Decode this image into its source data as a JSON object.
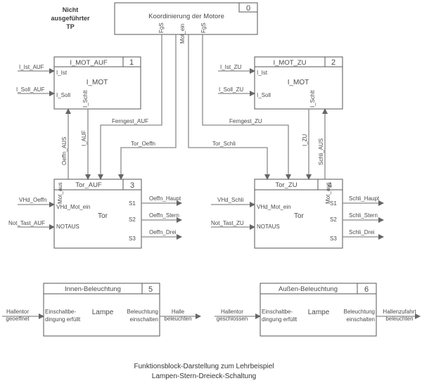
{
  "note": [
    "Nicht",
    "ausgeführter",
    "TP"
  ],
  "block0": {
    "title": "Koordinierung der Motore",
    "num": "0",
    "out_fgs_left": "FgS",
    "out_mot_ein": "Mot_ein",
    "out_fgs_right": "FgS"
  },
  "block1": {
    "title": "I_MOT_AUF",
    "num": "1",
    "center": "I_MOT",
    "in1": "I_Ist",
    "in2": "I_Soll",
    "out": "I_Schlt",
    "ext_in1": "I_Ist_AUF",
    "ext_in2": "I_Soll_AUF"
  },
  "block2": {
    "title": "I_MOT_ZU",
    "num": "2",
    "center": "I_MOT",
    "in1": "I_Ist",
    "in2": "I_Soll",
    "out": "I_Schlt",
    "ext_in1": "I_Ist_ZU",
    "ext_in2": "I_Soll_ZU"
  },
  "block3": {
    "title": "Tor_AUF",
    "num": "3",
    "center": "Tor",
    "in_mot": "Mot_aus",
    "in1": "VHd_Mot_ein",
    "in2": "NOTAUS",
    "s1": "S1",
    "s2": "S2",
    "s3": "S3",
    "ext_in1": "VHd_Oeffn",
    "ext_in2": "Not_Tast_AUF",
    "ext_out1": "Oeffn_Haupt",
    "ext_out2": "Oeffn_Stern",
    "ext_out3": "Oeffn_Drei"
  },
  "block4": {
    "title": "Tor_ZU",
    "num": "4",
    "center": "Tor",
    "in_mot": "Mot_aus",
    "in1": "VHd_Mot_ein",
    "in2": "NOTAUS",
    "s1": "S1",
    "s2": "S2",
    "s3": "S3",
    "ext_in1": "VHd_Schli",
    "ext_in2": "Not_Tast_ZU",
    "ext_out1": "Schli_Haupt",
    "ext_out2": "Schli_Stern",
    "ext_out3": "Schli_Drei"
  },
  "block5": {
    "title": "Innen-Beleuchtung",
    "num": "5",
    "center": "Lampe",
    "in": [
      "Einschaltbe-",
      "dingung erfüllt"
    ],
    "out": [
      "Beleuchtung",
      "einschalten"
    ],
    "ext_in": [
      "Hallentor",
      "geoeffnet"
    ],
    "ext_out": [
      "Halle",
      "beleuchten"
    ]
  },
  "block6": {
    "title": "Außen-Beleuchtung",
    "num": "6",
    "center": "Lampe",
    "in": [
      "Einschaltbe-",
      "dingung erfüllt"
    ],
    "out": [
      "Beleuchtung",
      "einschalten"
    ],
    "ext_in": [
      "Hallentor",
      "geschlossen"
    ],
    "ext_out": [
      "Hallenzufahrt",
      "beleuchten"
    ]
  },
  "signals": {
    "oeffn_aus": "Oeffn_AUS",
    "i_auf": "I_AUF",
    "ferngest_auf": "Ferngest_AUF",
    "tor_oeffn": "Tor_Oeffn",
    "tor_schli": "Tor_Schli",
    "ferngest_zu": "Ferngest_ZU",
    "i_zu": "I_ZU",
    "schli_aus": "Schli_AUS"
  },
  "caption": {
    "line1": "Funktionsblock-Darstellung zum Lehrbeispiel",
    "line2": "Lampen-Stern-Dreieck-Schaltung"
  }
}
